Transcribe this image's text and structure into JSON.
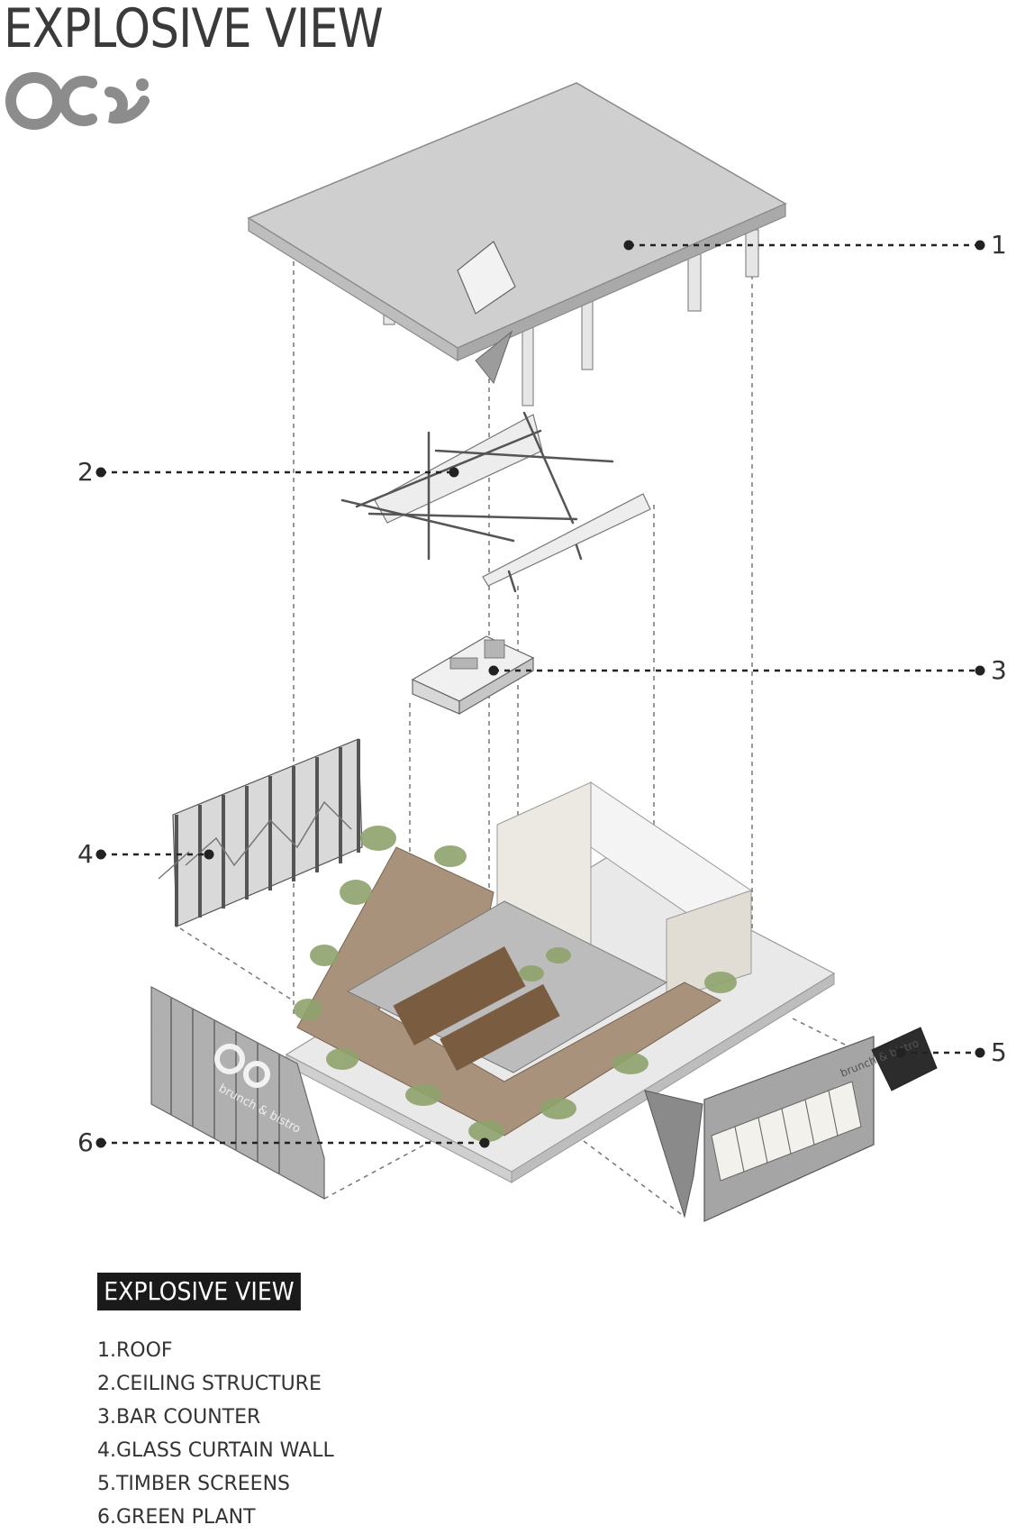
{
  "header": {
    "title": "EXPLOSIVE VIEW"
  },
  "logo": {
    "icon": "oci-logo-icon",
    "color": "#8c8c8c"
  },
  "callouts": [
    {
      "number": "1"
    },
    {
      "number": "2"
    },
    {
      "number": "3"
    },
    {
      "number": "4"
    },
    {
      "number": "5"
    },
    {
      "number": "6"
    }
  ],
  "signage": {
    "left_panel_text": "brunch & bistro",
    "right_panel_text": "brunch & bistro"
  },
  "legend": {
    "title": "EXPLOSIVE VIEW",
    "items": [
      {
        "label": "1.ROOF"
      },
      {
        "label": "2.CEILING STRUCTURE"
      },
      {
        "label": "3.BAR COUNTER"
      },
      {
        "label": "4.GLASS CURTAIN WALL"
      },
      {
        "label": "5.TIMBER SCREENS"
      },
      {
        "label": "6.GREEN PLANT"
      }
    ]
  },
  "colors": {
    "roof": "#cfcfcf",
    "deck": "#a8927c",
    "plant": "#8fa36c",
    "screen": "#9a9a9a",
    "leader": "#222222"
  }
}
